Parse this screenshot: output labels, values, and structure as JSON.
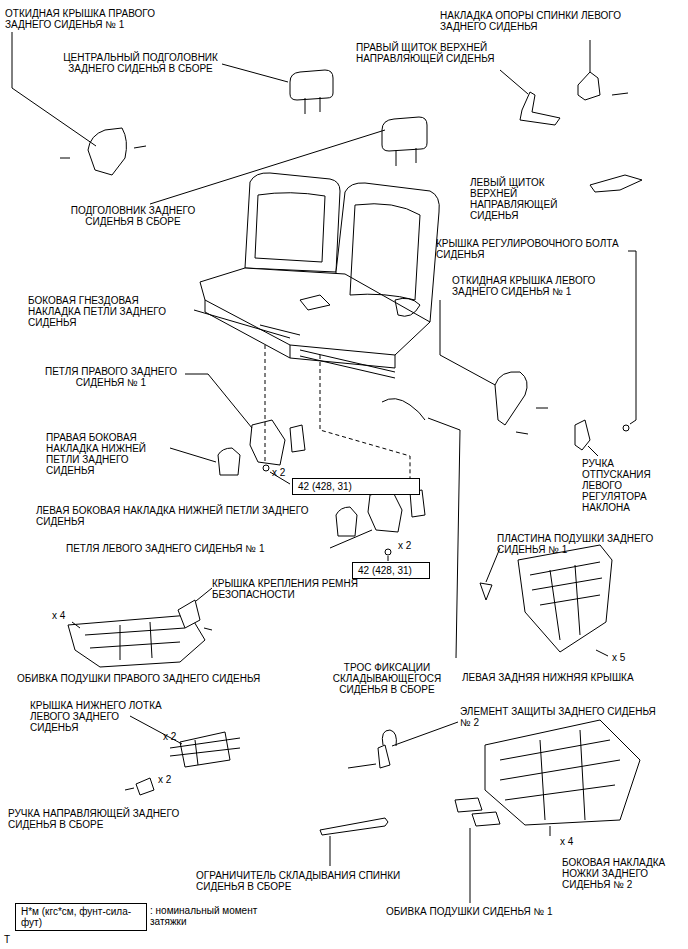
{
  "diagram": {
    "nodes": [
      {
        "text": [
          "42 (428, 31)"
        ]
      },
      {
        "text": [
          "42 (428, 31)"
        ]
      },
      {
        "text": [
          "Н*м (кгс*см, фунт-сила-фут)"
        ]
      }
    ],
    "labels": [
      "ОТКИДНАЯ КРЫШКА ПРАВОГО ЗАДНЕГО СИДЕНЬЯ № 1",
      "ЦЕНТРАЛЬНЫЙ ПОДГОЛОВНИК ЗАДНЕГО СИДЕНЬЯ В СБОРЕ",
      "НАКЛАДКА ОПОРЫ СПИНКИ ЛЕВОГО ЗАДНЕГО СИДЕНЬЯ",
      "ПРАВЫЙ ЩИТОК ВЕРХНЕЙ НАПРАВЛЯЮЩЕЙ СИДЕНЬЯ",
      "ПОДГОЛОВНИК ЗАДНЕГО СИДЕНЬЯ В СБОРЕ",
      "ЛЕВЫЙ ЩИТОК ВЕРХНЕЙ НАПРАВЛЯЮЩЕЙ СИДЕНЬЯ",
      "КРЫШКА РЕГУЛИРОВОЧНОГО БОЛТА СИДЕНЬЯ",
      "ОТКИДНАЯ КРЫШКА ЛЕВОГО ЗАДНЕГО СИДЕНЬЯ № 1",
      "БОКОВАЯ ГНЕЗДОВАЯ НАКЛАДКА ПЕТЛИ ЗАДНЕГО СИДЕНЬЯ",
      "ПЕТЛЯ ПРАВОГО ЗАДНЕГО СИДЕНЬЯ № 1",
      "ПРАВАЯ БОКОВАЯ НАКЛАДКА НИЖНЕЙ ПЕТЛИ ЗАДНЕГО СИДЕНЬЯ",
      "x 2",
      "ЛЕВАЯ БОКОВАЯ НАКЛАДКА НИЖНЕЙ ПЕТЛИ ЗАДНЕГО СИДЕНЬЯ",
      "ПЕТЛЯ ЛЕВОГО ЗАДНЕГО СИДЕНЬЯ № 1",
      "x 2",
      "РУЧКА ОТПУСКАНИЯ ЛЕВОГО РЕГУЛЯТОРА НАКЛОНА",
      "ПЛАСТИНА ПОДУШКИ ЗАДНЕГО СИДЕНЬЯ № 1",
      "КРЫШКА КРЕПЛЕНИЯ РЕМНЯ БЕЗОПАСНОСТИ",
      "x 4",
      "x 5",
      "ТРОС ФИКСАЦИИ СКЛАДЫВАЮЩЕГОСЯ СИДЕНЬЯ В СБОРЕ",
      "ЛЕВАЯ ЗАДНЯЯ НИЖНЯЯ КРЫШКА",
      "ОБИВКА ПОДУШКИ ПРАВОГО ЗАДНЕГО СИДЕНЬЯ",
      "КРЫШКА НИЖНЕГО ЛОТКА ЛЕВОГО ЗАДНЕГО СИДЕНЬЯ",
      "x 2",
      "ЭЛЕМЕНТ ЗАЩИТЫ ЗАДНЕГО СИДЕНЬЯ № 2",
      "x 2",
      "РУЧКА НАПРАВЛЯЮЩЕЙ ЗАДНЕГО СИДЕНЬЯ В СБОРЕ",
      "x 4",
      "БОКОВАЯ НАКЛАДКА НОЖКИ ЗАДНЕГО СИДЕНЬЯ № 2",
      "ОГРАНИЧИТЕЛЬ СКЛАДЫВАНИЯ СПИНКИ СИДЕНЬЯ В СБОРЕ",
      "ОБИВКА ПОДУШКИ СИДЕНЬЯ № 1",
      ": номинальный момент затяжки",
      "T"
    ]
  }
}
